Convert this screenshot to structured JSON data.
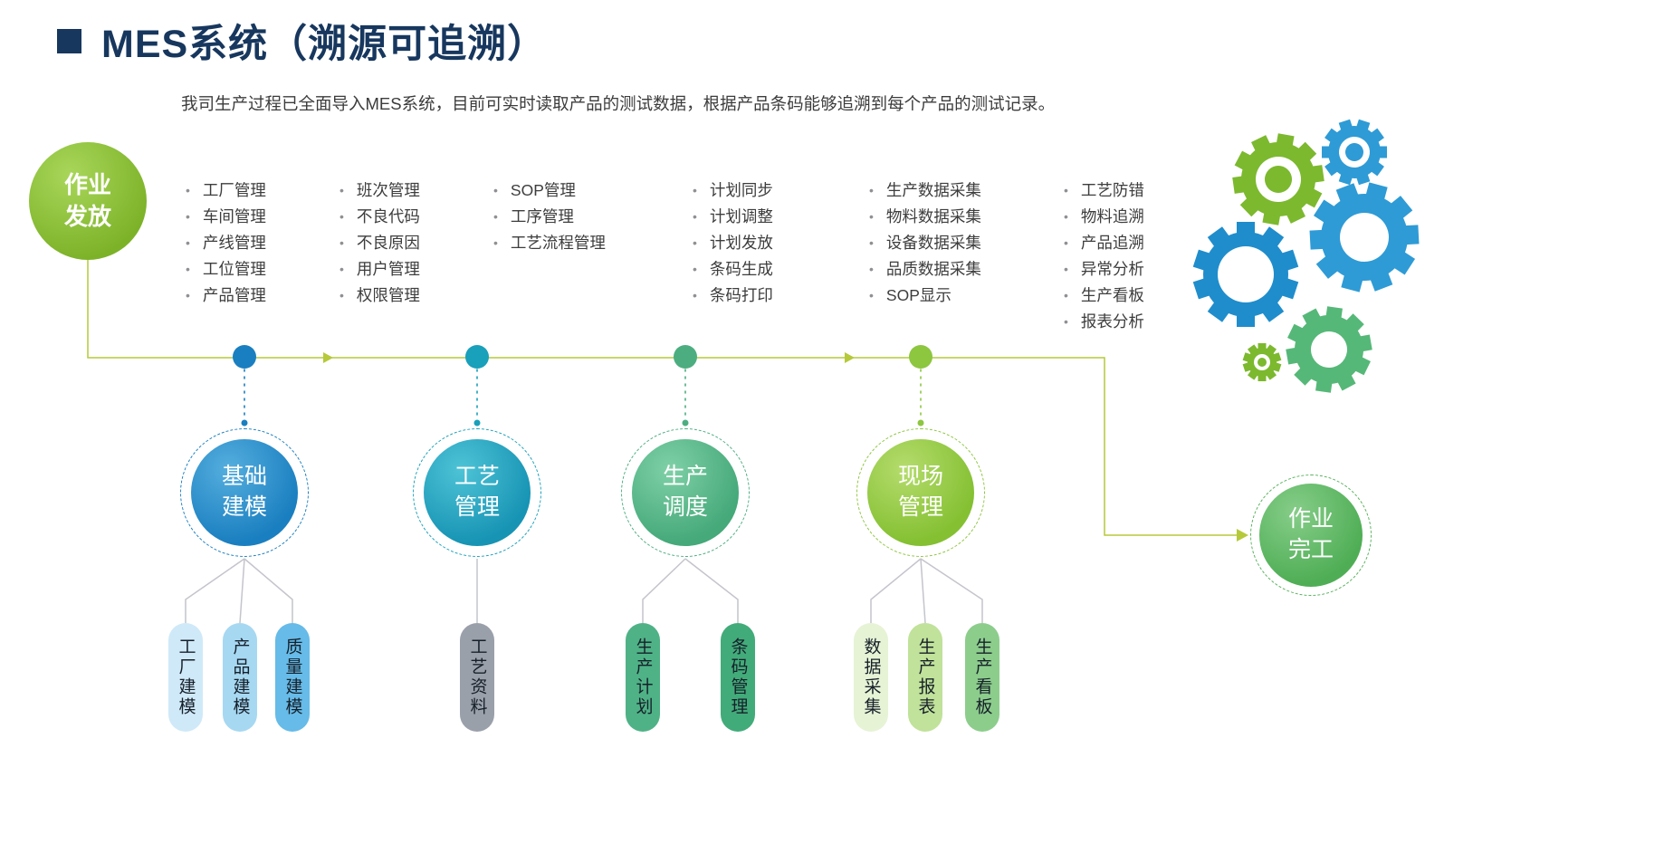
{
  "header": {
    "title": "MES系统（溯源可追溯）",
    "subtitle": "我司生产过程已全面导入MES系统，目前可实时读取产品的测试数据，根据产品条码能够追溯到每个产品的测试记录。"
  },
  "flow": {
    "start": {
      "label": "作业发放",
      "line1": "作业",
      "line2": "发放",
      "color": "#7cb228"
    },
    "end": {
      "label": "作业完工",
      "line1": "作业",
      "line2": "完工",
      "color": "#57b25c"
    },
    "line_color": "#b6c93a"
  },
  "feature_columns": [
    {
      "items": [
        "工厂管理",
        "车间管理",
        "产线管理",
        "工位管理",
        "产品管理"
      ]
    },
    {
      "items": [
        "班次管理",
        "不良代码",
        "不良原因",
        "用户管理",
        "权限管理"
      ]
    },
    {
      "items": [
        "SOP管理",
        "工序管理",
        "工艺流程管理"
      ]
    },
    {
      "items": [
        "计划同步",
        "计划调整",
        "计划发放",
        "条码生成",
        "条码打印"
      ]
    },
    {
      "items": [
        "生产数据采集",
        "物料数据采集",
        "设备数据采集",
        "品质数据采集",
        "SOP显示"
      ]
    },
    {
      "items": [
        "工艺防错",
        "物料追溯",
        "产品追溯",
        "异常分析",
        "生产看板",
        "报表分析"
      ]
    }
  ],
  "stages": [
    {
      "label": "基础建模",
      "line1": "基础",
      "line2": "建模",
      "color": "#1a7fc0",
      "pills": [
        {
          "label": "工厂建模",
          "color": "#cfe9f8"
        },
        {
          "label": "产品建模",
          "color": "#a6d8f2"
        },
        {
          "label": "质量建模",
          "color": "#66bbe8"
        }
      ]
    },
    {
      "label": "工艺管理",
      "line1": "工艺",
      "line2": "管理",
      "color": "#19a0ba",
      "pills": [
        {
          "label": "工艺资料",
          "color": "#9aa0aa"
        }
      ]
    },
    {
      "label": "生产调度",
      "line1": "生产",
      "line2": "调度",
      "color": "#4cae80",
      "pills": [
        {
          "label": "生产计划",
          "color": "#4fb286"
        },
        {
          "label": "条码管理",
          "color": "#42ab7a"
        }
      ]
    },
    {
      "label": "现场管理",
      "line1": "现场",
      "line2": "管理",
      "color": "#8dc63f",
      "pills": [
        {
          "label": "数据采集",
          "color": "#e6f3d5"
        },
        {
          "label": "生产报表",
          "color": "#c0e29a"
        },
        {
          "label": "生产看板",
          "color": "#8ccd8c"
        }
      ]
    }
  ],
  "decoration": {
    "gear_colors": [
      "#7cb92e",
      "#2e9bd6",
      "#1f8dcc",
      "#56b878"
    ]
  }
}
